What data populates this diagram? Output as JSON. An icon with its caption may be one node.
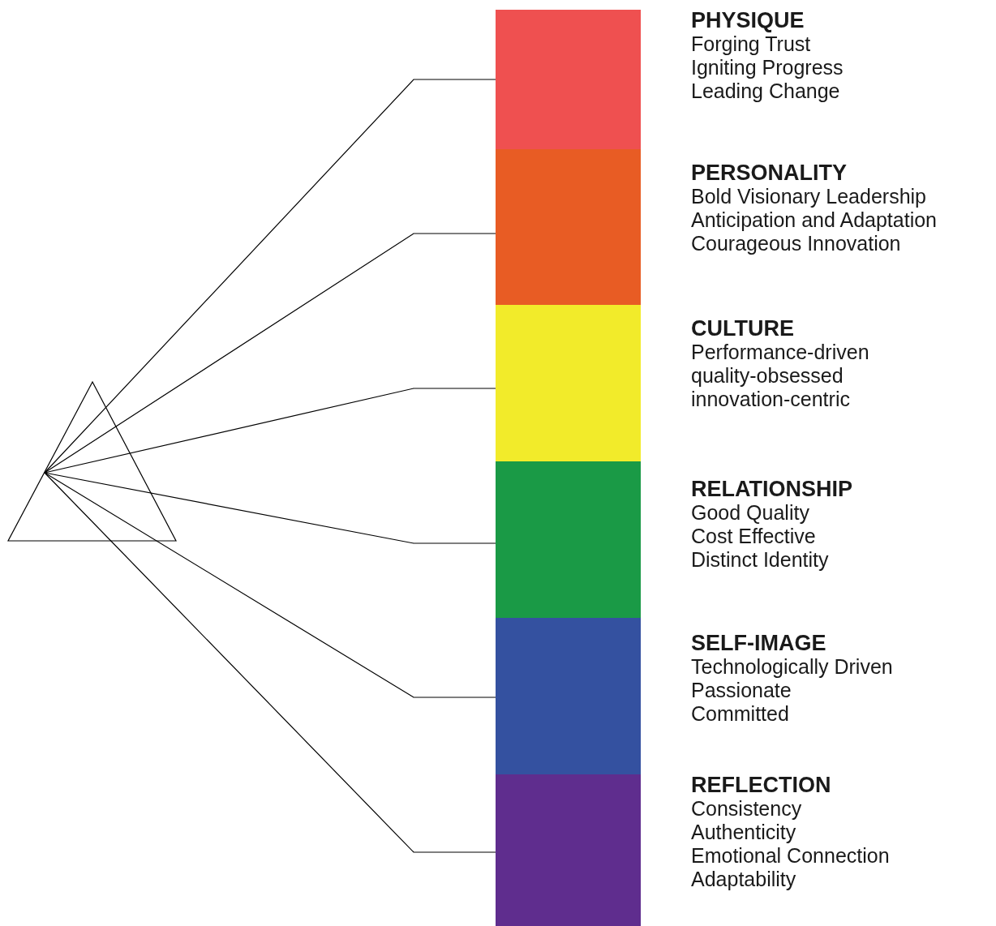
{
  "diagram": {
    "nodes": [
      {
        "text": [],
        "shape": "triangle"
      },
      {
        "text": [],
        "shape": "bar",
        "beside": [
          "PHYSIQUE",
          "Forging Trust",
          "Igniting Progress",
          "Leading Change"
        ]
      },
      {
        "text": [],
        "shape": "bar",
        "beside": [
          "PERSONALITY",
          "Bold Visionary Leadership",
          "Anticipation and Adaptation",
          "Courageous Innovation"
        ]
      },
      {
        "text": [],
        "shape": "bar",
        "beside": [
          "CULTURE",
          "Performance-driven",
          "quality-obsessed",
          "innovation-centric"
        ]
      },
      {
        "text": [],
        "shape": "bar",
        "beside": [
          "RELATIONSHIP",
          "Good Quality",
          "Cost Effective",
          "Distinct Identity"
        ]
      },
      {
        "text": [],
        "shape": "bar",
        "beside": [
          "SELF-IMAGE",
          "Technologically Driven",
          "Passionate",
          "Committed"
        ]
      },
      {
        "text": [],
        "shape": "bar",
        "beside": [
          "REFLECTION",
          "Consistency",
          "Authenticity",
          "Emotional Connection",
          "Adaptability"
        ]
      }
    ],
    "edges": [
      {
        "from": 0,
        "to": 1,
        "arrow": "none"
      },
      {
        "from": 0,
        "to": 2,
        "arrow": "none"
      },
      {
        "from": 0,
        "to": 3,
        "arrow": "none"
      },
      {
        "from": 0,
        "to": 4,
        "arrow": "none"
      },
      {
        "from": 0,
        "to": 5,
        "arrow": "none"
      },
      {
        "from": 0,
        "to": 6,
        "arrow": "none"
      }
    ]
  }
}
